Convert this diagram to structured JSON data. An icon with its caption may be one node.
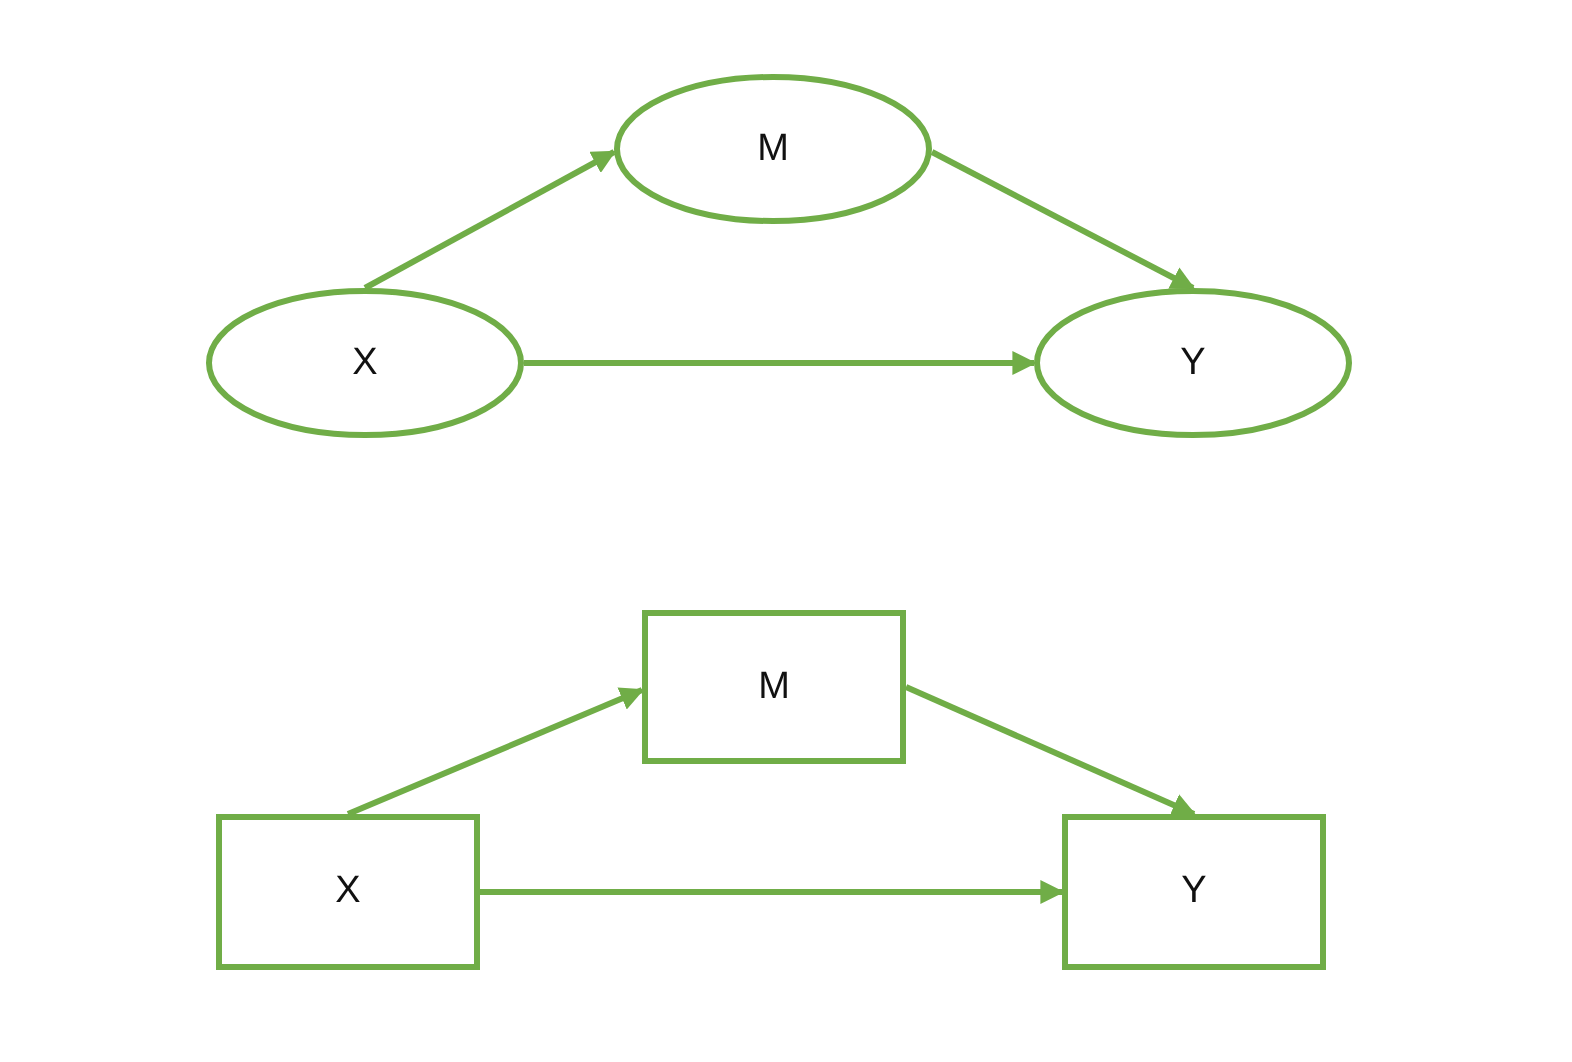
{
  "diagram": {
    "nodes": [
      {
        "text": [
          "M"
        ]
      },
      {
        "text": [
          "X"
        ]
      },
      {
        "text": [
          "Y"
        ]
      },
      {
        "text": [
          "M"
        ]
      },
      {
        "text": [
          "X"
        ]
      },
      {
        "text": [
          "Y"
        ]
      }
    ],
    "edges": [
      {
        "from": 1,
        "to": 0,
        "arrow": "to"
      },
      {
        "from": 0,
        "to": 2,
        "arrow": "to"
      },
      {
        "from": 1,
        "to": 2,
        "arrow": "to"
      },
      {
        "from": 4,
        "to": 3,
        "arrow": "to"
      },
      {
        "from": 3,
        "to": 5,
        "arrow": "to"
      },
      {
        "from": 4,
        "to": 5,
        "arrow": "to"
      }
    ]
  }
}
